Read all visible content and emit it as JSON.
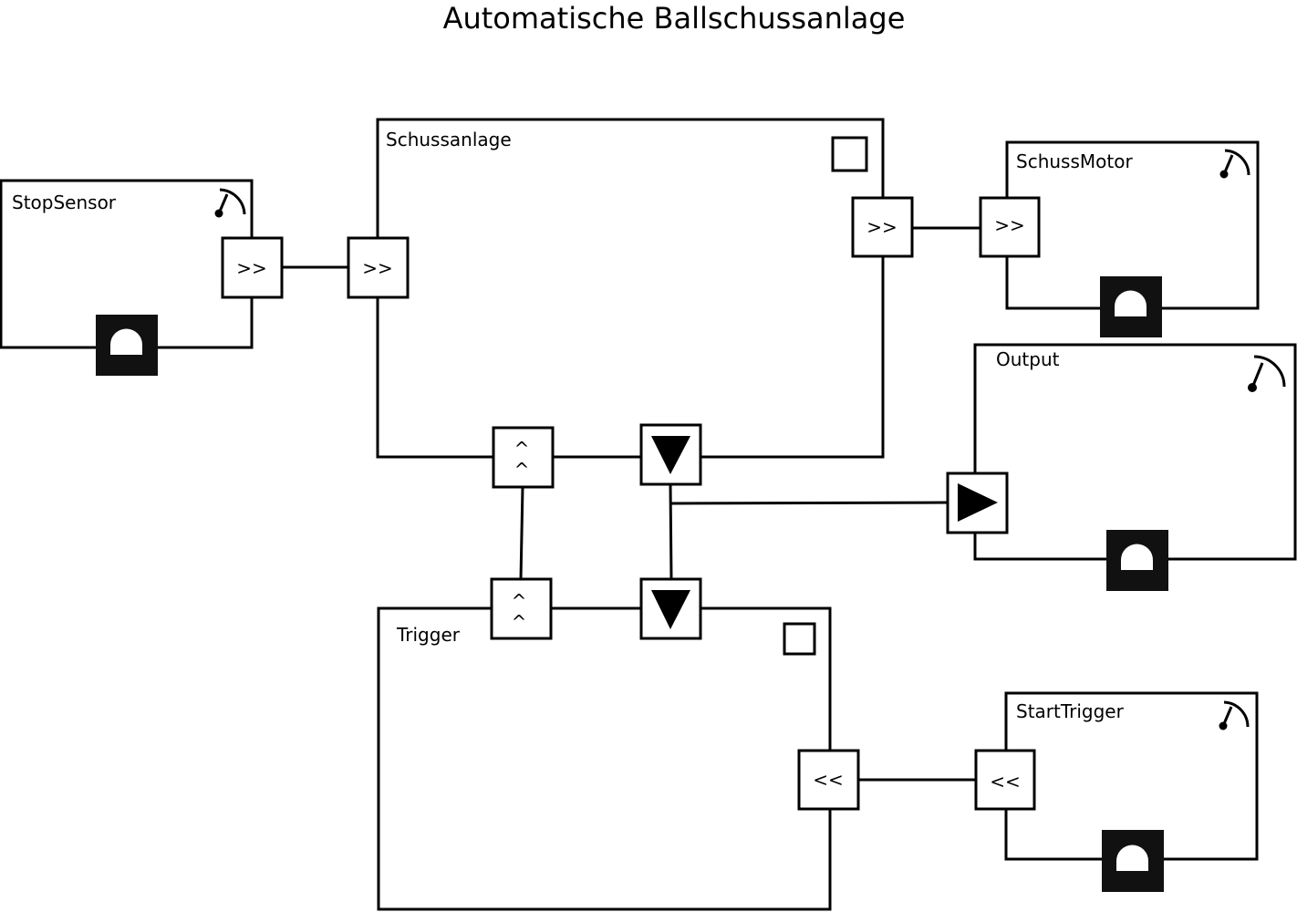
{
  "title": "Automatische Ballschussanlage",
  "blocks": {
    "stop_sensor": "StopSensor",
    "schussanlage": "Schussanlage",
    "schuss_motor": "SchussMotor",
    "output": "Output",
    "trigger": "Trigger",
    "start_trigger": "StartTrigger"
  },
  "ports": {
    "out": ">>",
    "in": "<<",
    "up": "^"
  },
  "colors": {
    "stroke": "#000000",
    "fill": "#ffffff",
    "icon_fill": "#111111"
  }
}
